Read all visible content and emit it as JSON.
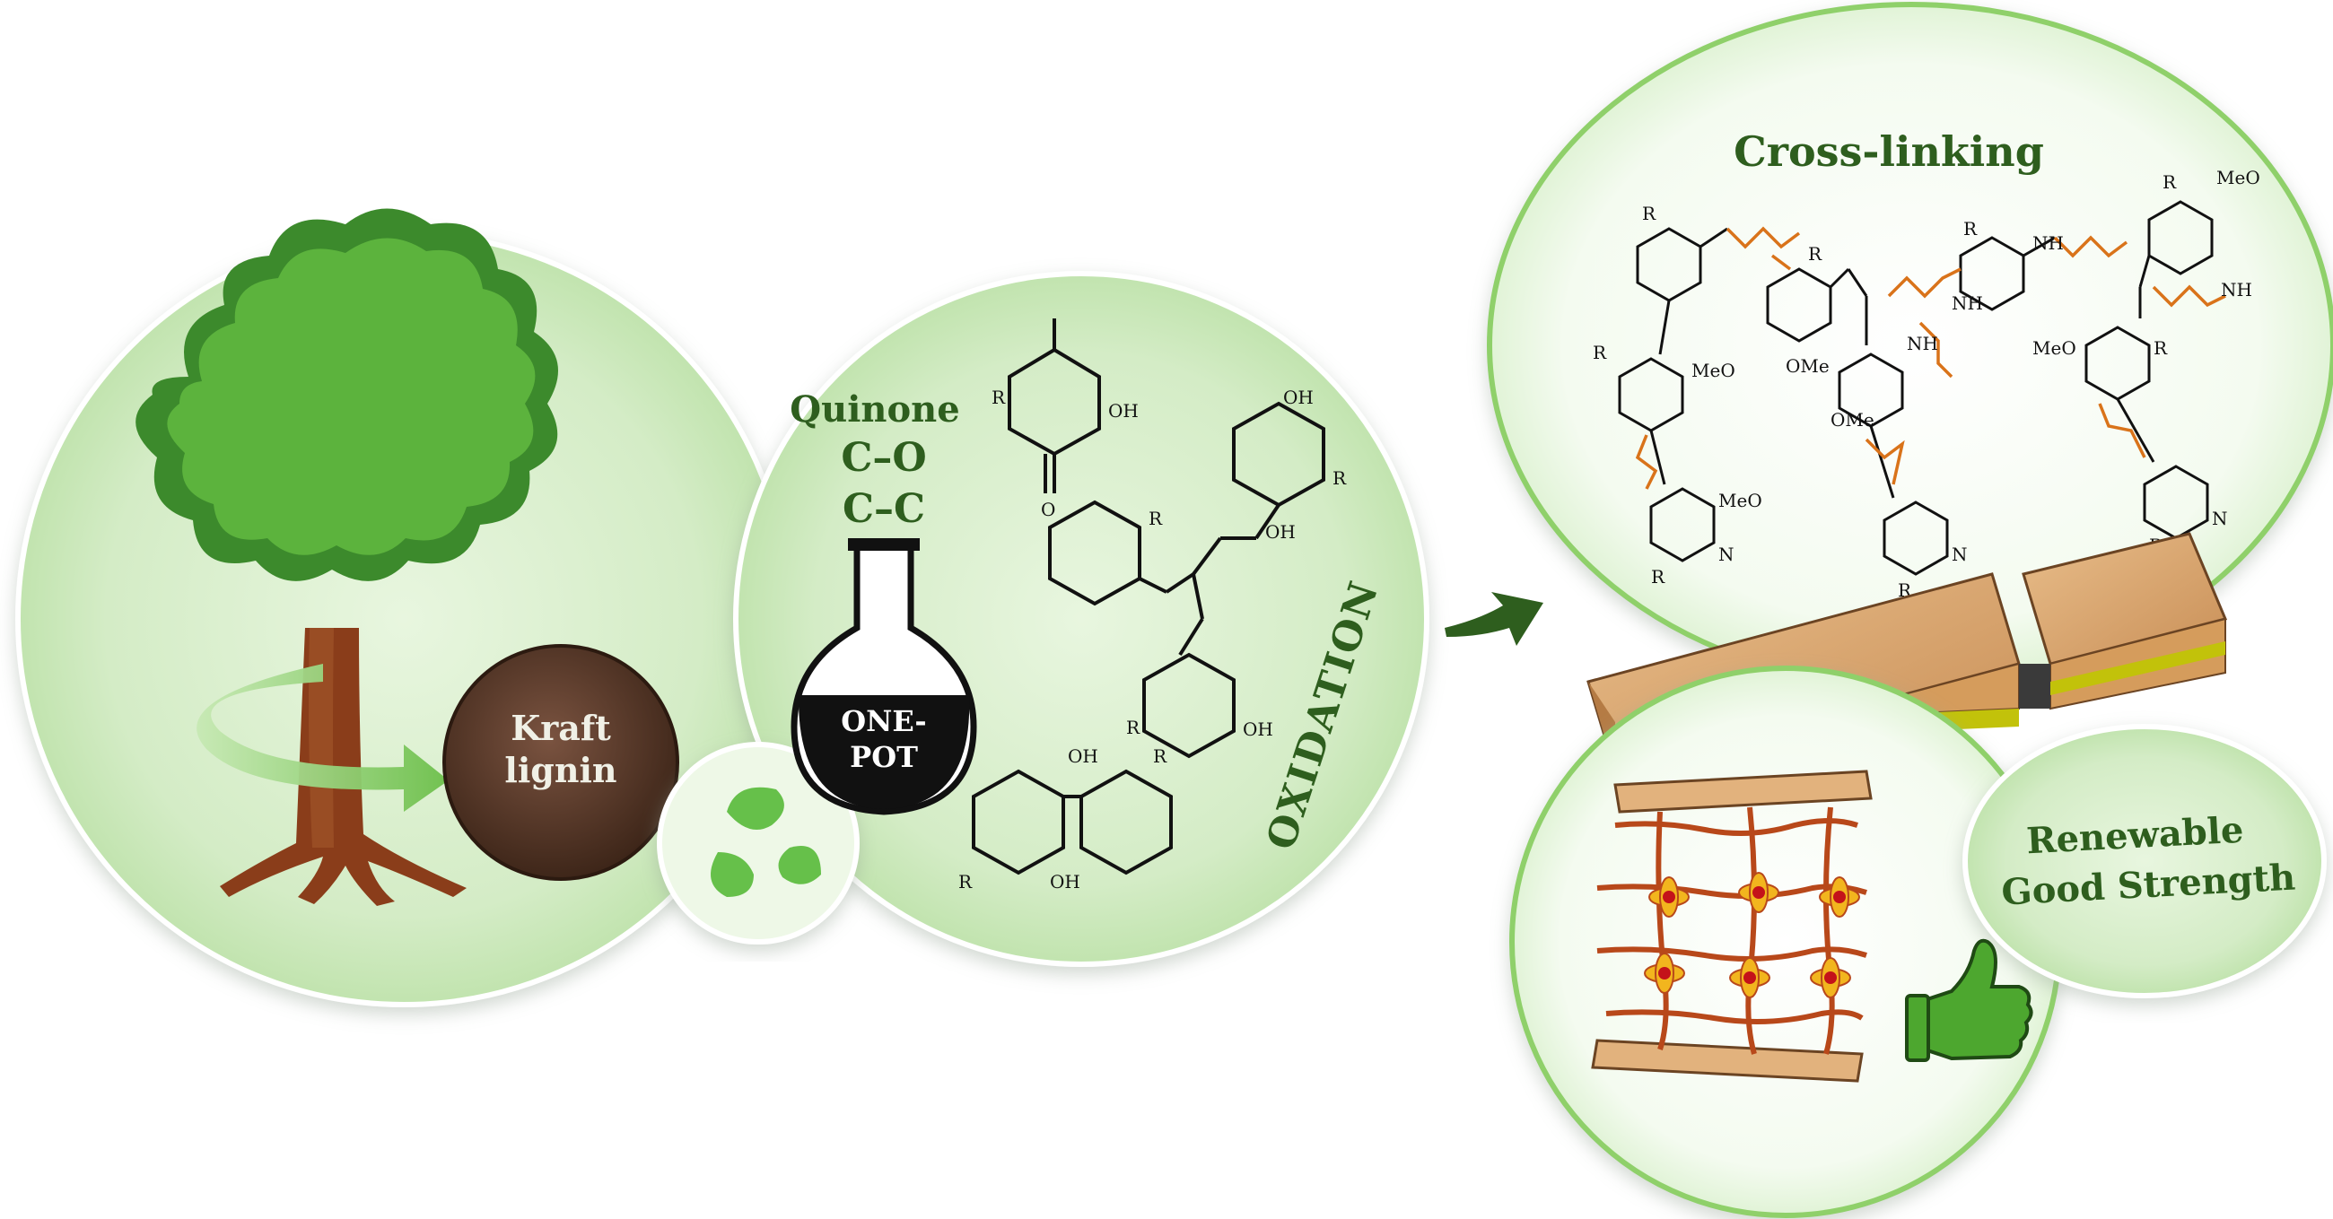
{
  "labels": {
    "kraft_line1": "Kraft",
    "kraft_line2": "lignin",
    "quinone": "Quinone",
    "co": "C–O",
    "cc": "C–C",
    "onepot_line1": "ONE-",
    "onepot_line2": "POT",
    "oxidation": "OXIDATION",
    "crosslinking": "Cross-linking",
    "renewable": "Renewable",
    "good_strength": "Good Strength"
  },
  "chem_labels": {
    "r": "R",
    "oh": "OH",
    "meo": "MeO",
    "ome": "OMe",
    "o": "O",
    "nh": "NH",
    "n": "N"
  },
  "colors": {
    "dark_green": "#2e5e1e",
    "leaf_green": "#5db33a",
    "pale_green": "#dff2d4",
    "circle_edge": "#8fd06a",
    "lignin_brown": "#5a3a2a",
    "wood": "#d9a873",
    "linker_orange": "#d9731a"
  }
}
